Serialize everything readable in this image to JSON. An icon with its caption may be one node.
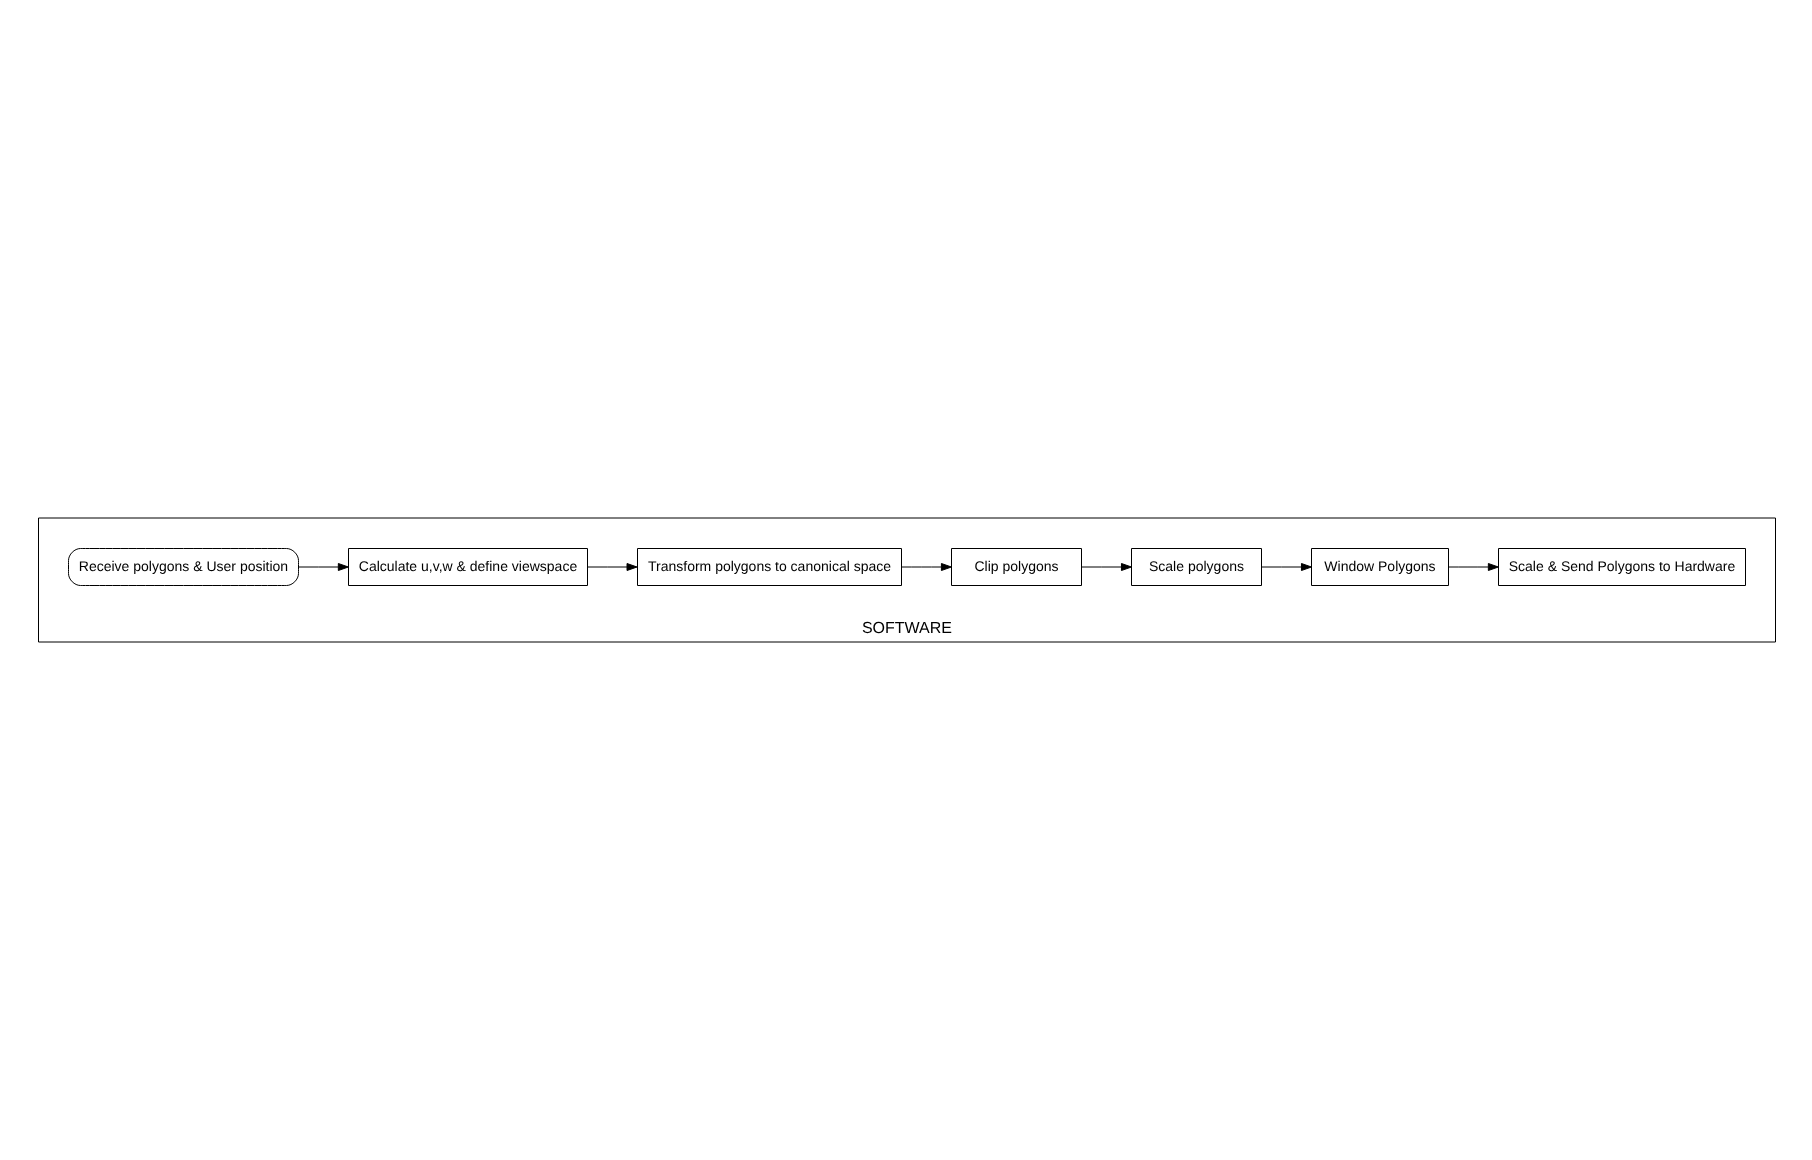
{
  "diagram": {
    "nodes": [
      {
        "text": [
          "SOFTWARE"
        ]
      },
      {
        "text": [
          "Receive polygons & User position"
        ],
        "in": 0
      },
      {
        "text": [
          "Calculate u,v,w & define viewspace"
        ],
        "in": 0
      },
      {
        "text": [
          "Transform polygons to canonical space"
        ],
        "in": 0
      },
      {
        "text": [
          "Clip polygons"
        ],
        "in": 0
      },
      {
        "text": [
          "Scale polygons"
        ],
        "in": 0
      },
      {
        "text": [
          "Window Polygons"
        ],
        "in": 0
      },
      {
        "text": [
          "Scale & Send Polygons to Hardware"
        ],
        "in": 0
      }
    ],
    "edges": [
      {
        "from": 1,
        "to": 2,
        "arrow": "to"
      },
      {
        "from": 2,
        "to": 3,
        "arrow": "to"
      },
      {
        "from": 3,
        "to": 4,
        "arrow": "to"
      },
      {
        "from": 4,
        "to": 5,
        "arrow": "to"
      },
      {
        "from": 5,
        "to": 6,
        "arrow": "to"
      },
      {
        "from": 6,
        "to": 7,
        "arrow": "to"
      }
    ]
  }
}
